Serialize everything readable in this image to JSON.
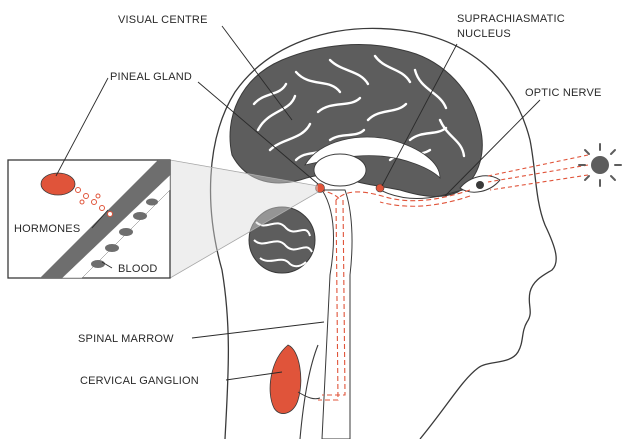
{
  "labels": {
    "visual_centre": "VISUAL CENTRE",
    "suprachiasmatic_line1": "SUPRACHIASMATIC",
    "suprachiasmatic_line2": "NUCLEUS",
    "pineal_gland": "PINEAL GLAND",
    "optic_nerve": "OPTIC NERVE",
    "hormones": "HORMONES",
    "blood": "BLOOD",
    "spinal_marrow": "SPINAL MARROW",
    "cervical_ganglion": "CERVICAL GANGLION"
  },
  "colors": {
    "brain": "#5d5d5d",
    "outline": "#3a3a3a",
    "accent": "#e0543a",
    "pathway": "#e0543a",
    "blood_vessel": "#6e6e6e"
  },
  "icons": {
    "sun": "sun-icon"
  }
}
